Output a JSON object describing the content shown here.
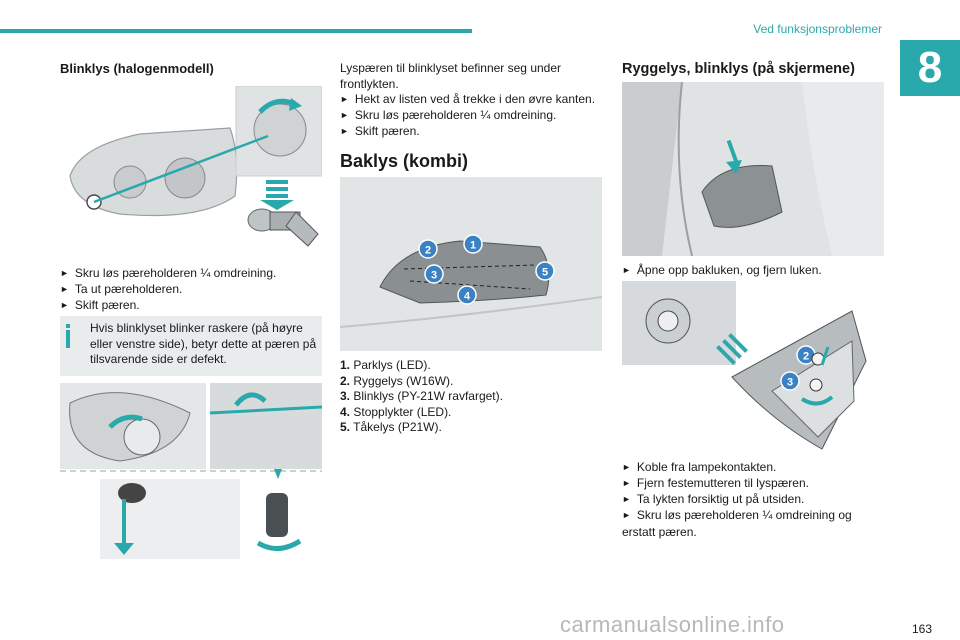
{
  "header": {
    "section_title": "Ved funksjonsproblemer",
    "chapter_number": "8"
  },
  "col1": {
    "title": "Blinklys (halogenmodell)",
    "steps": [
      "Skru løs pæreholderen ¼ omdreining.",
      "Ta ut pæreholderen.",
      "Skift pæren."
    ],
    "info": "Hvis blinklyset blinker raskere (på høyre eller venstre side), betyr dette at pæren på tilsvarende side er defekt."
  },
  "col2": {
    "intro": "Lyspæren til blinklyset befinner seg under frontlykten.",
    "steps": [
      "Hekt av listen ved å trekke i den øvre kanten.",
      "Skru løs pæreholderen ¼ omdreining.",
      "Skift pæren."
    ],
    "title": "Baklys (kombi)",
    "legend": [
      {
        "num": "1.",
        "text": "Parklys (LED)."
      },
      {
        "num": "2.",
        "text": "Ryggelys (W16W)."
      },
      {
        "num": "3.",
        "text": "Blinklys (PY-21W ravfarget)."
      },
      {
        "num": "4.",
        "text": "Stopplykter (LED)."
      },
      {
        "num": "5.",
        "text": "Tåkelys (P21W)."
      }
    ],
    "callouts": [
      "1",
      "2",
      "3",
      "4",
      "5"
    ]
  },
  "col3": {
    "title": "Ryggelys, blinklys (på skjermene)",
    "step_open": "Åpne opp bakluken, og fjern luken.",
    "steps": [
      "Koble fra lampekontakten.",
      "Fjern festemutteren til lyspæren.",
      "Ta lykten forsiktig ut på utsiden.",
      "Skru løs pæreholderen ¼ omdreining og erstatt pæren."
    ],
    "callouts": [
      "2",
      "3"
    ]
  },
  "footer": {
    "page_number": "163",
    "watermark": "carmanualsonline.info"
  },
  "colors": {
    "accent": "#2aa9ac",
    "callout": "#3b82c4"
  },
  "icons": [
    "info-icon",
    "arrow-down-icon",
    "rotate-arrow-icon",
    "bullet-triangle-icon"
  ]
}
